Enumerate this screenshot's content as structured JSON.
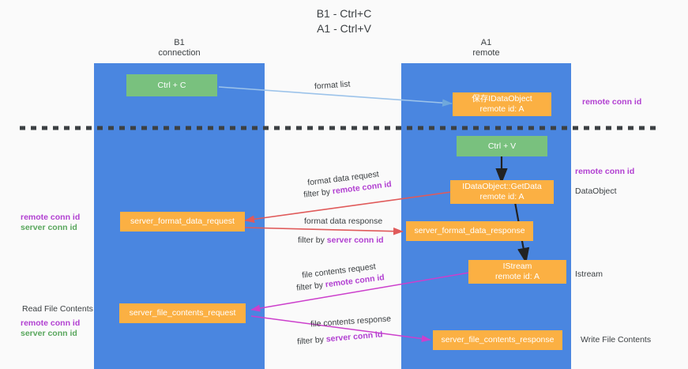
{
  "diagram": {
    "title": "B1 - Ctrl+C\nA1 - Ctrl+V",
    "lanes": [
      {
        "key": "b1",
        "title": "B1\nconnection"
      },
      {
        "key": "a1",
        "title": "A1\nremote"
      }
    ],
    "nodes": {
      "ctrl_c": "Ctrl + C",
      "idataobject": "保存IDataObject\nremote id: A",
      "ctrl_v": "Ctrl + V",
      "getdata": "IDataObject::GetData\nremote id: A",
      "server_format_data_request": "server_format_data_request",
      "server_format_data_response": "server_format_data_response",
      "istream": "IStream\nremote id: A",
      "server_file_contents_request": "server_file_contents_request",
      "server_file_contents_response": "server_file_contents_response"
    },
    "edge_labels": {
      "format_list": "format list",
      "format_data_request": "format data request",
      "format_data_request_filter_prefix": "filter by ",
      "format_data_request_filter_key": "remote conn id",
      "format_data_response": "format data response",
      "format_data_response_filter_prefix": "filter by ",
      "format_data_response_filter_key": "server conn id",
      "file_contents_request": "file contents request",
      "file_contents_request_filter_prefix": "filter by ",
      "file_contents_request_filter_key": "remote conn id",
      "file_contents_response": "file contents response",
      "file_contents_response_filter_prefix": "filter by ",
      "file_contents_response_filter_key": "server conn id"
    },
    "annotations": {
      "right_remote_conn_id_top": "remote conn id",
      "right_remote_conn_id_mid": "remote conn id",
      "right_dataobject": "DataObject",
      "right_istream": "Istream",
      "right_write_file_contents": "Write File Contents",
      "left_remote_conn_id": "remote conn id",
      "left_server_conn_id": "server conn id",
      "left_read_file_contents": "Read File Contents",
      "left_remote_conn_id_2": "remote conn id",
      "left_server_conn_id_2": "server conn id"
    },
    "colors": {
      "lane": "#4a86e0",
      "node_green": "#79c17e",
      "node_orange": "#fbb043",
      "accent_purple": "#b13fd1",
      "accent_green": "#58a65c",
      "arrow_blue": "#9cc3ea",
      "arrow_red": "#e05a5a",
      "arrow_magenta": "#cc3fcc",
      "arrow_black": "#222222",
      "background": "#fafafa"
    }
  }
}
